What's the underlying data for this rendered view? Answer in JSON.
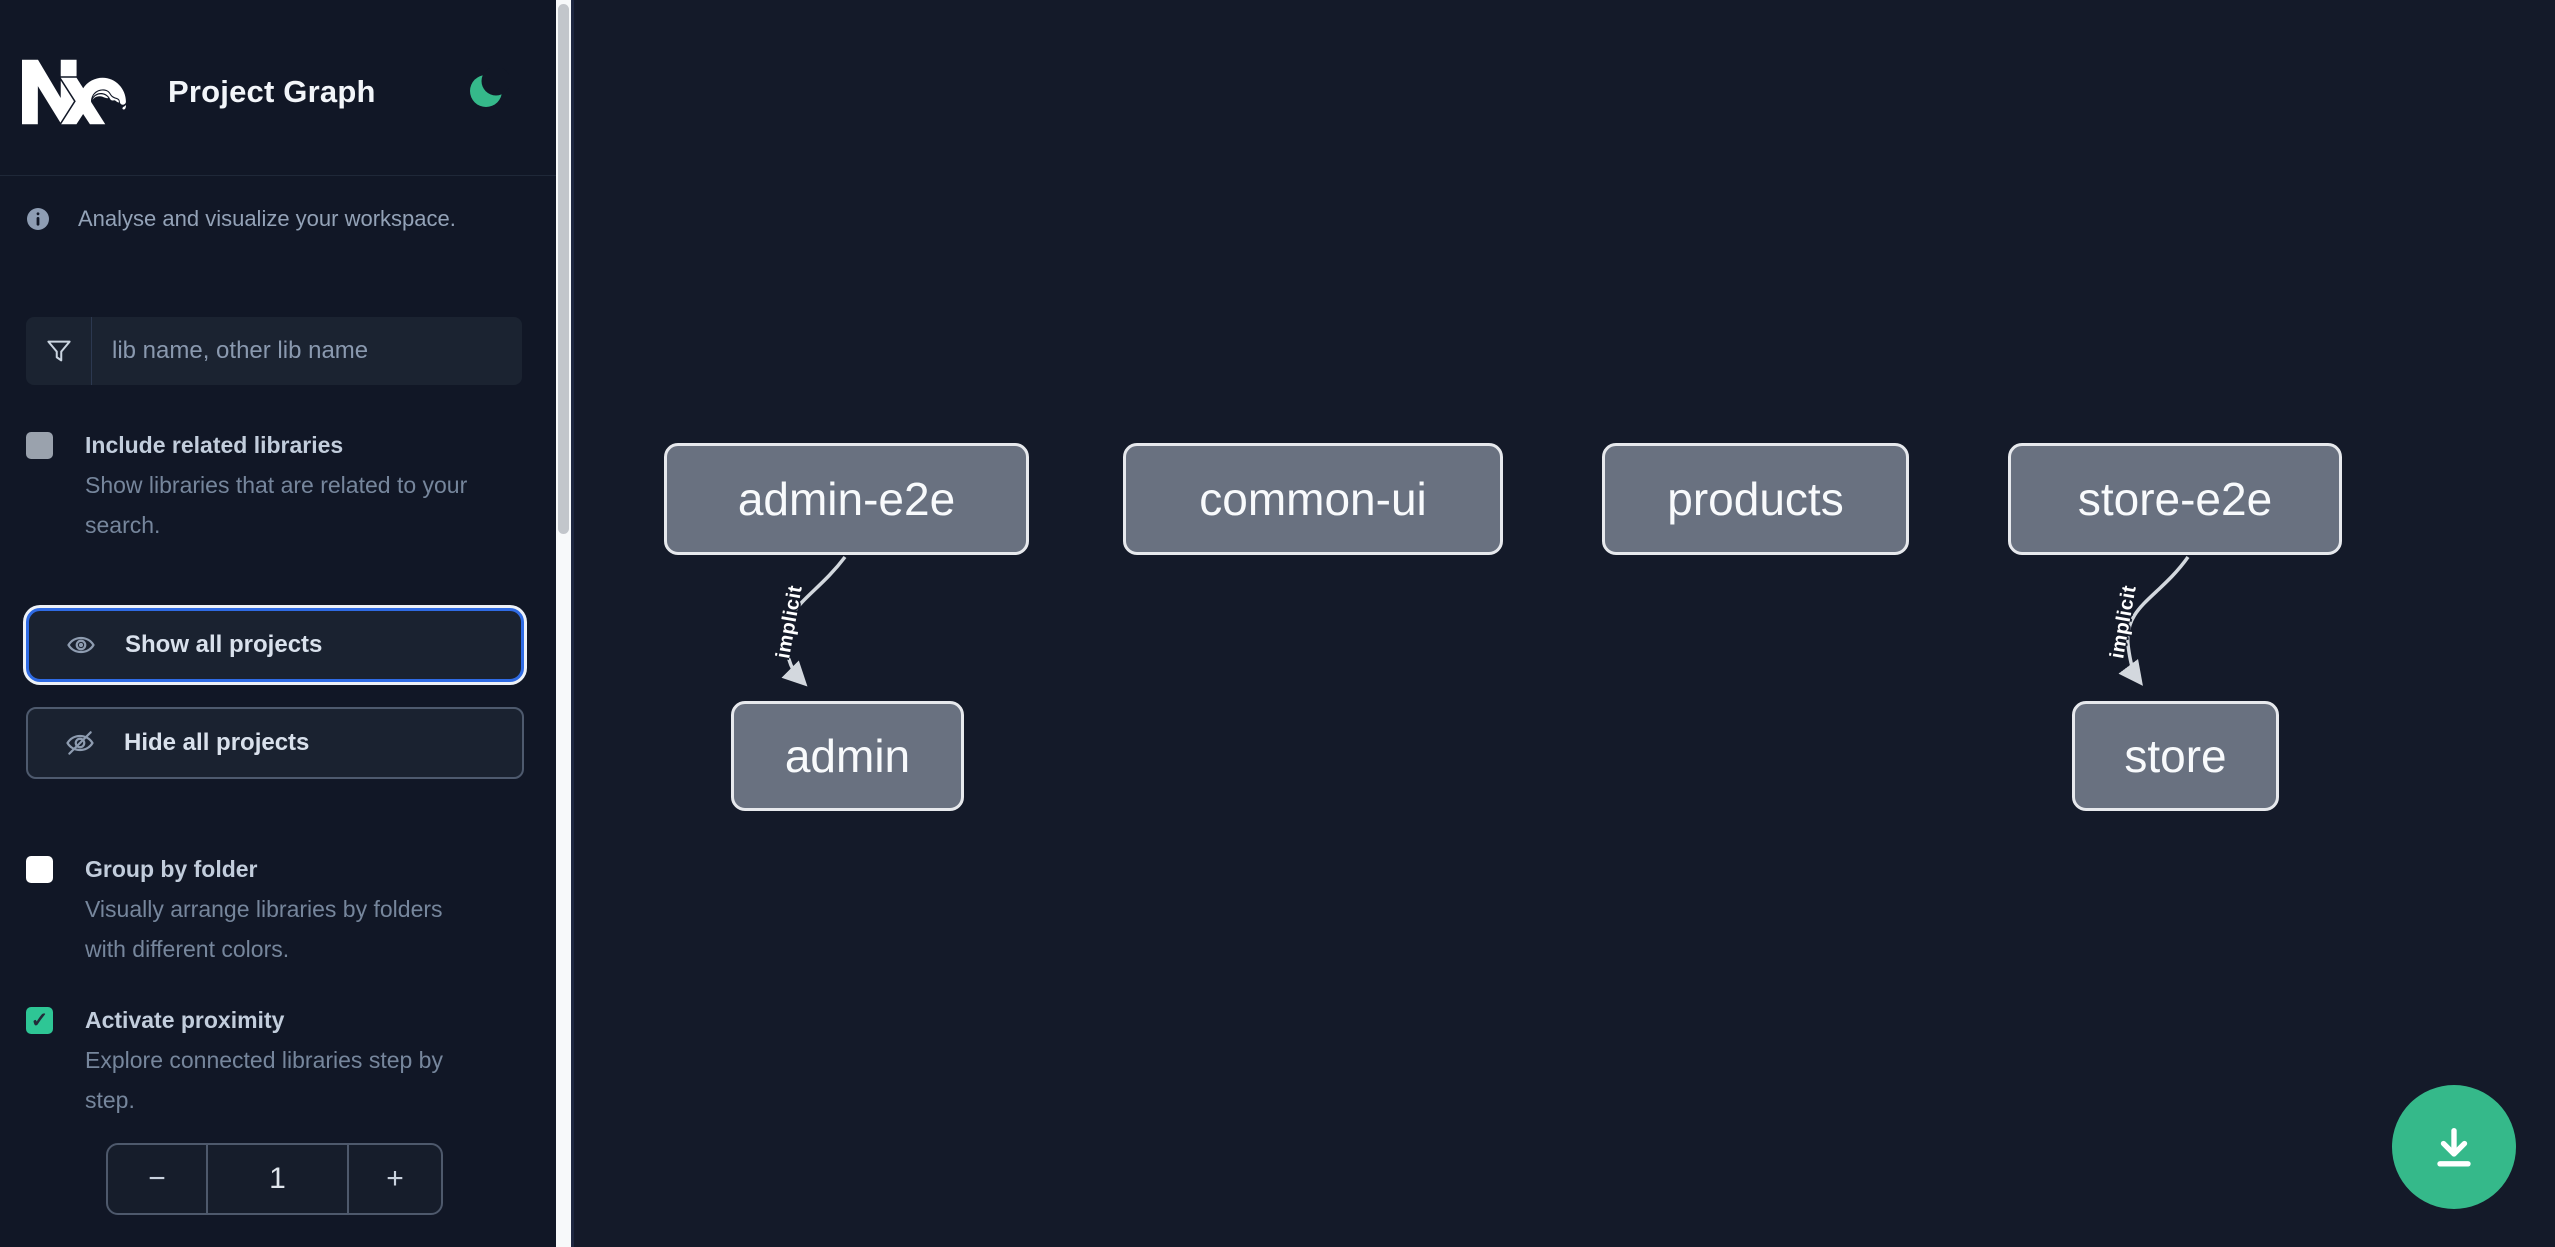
{
  "app": {
    "title": "Project Graph",
    "logo": "nx-logo",
    "theme_toggle_icon": "moon"
  },
  "sidebar": {
    "tagline": "Analyse and visualize your workspace.",
    "search": {
      "placeholder": "lib name, other lib name",
      "value": ""
    },
    "toggles": [
      {
        "label": "Include related libraries",
        "description": "Show libraries that are related to your search.",
        "checked": false,
        "disabled": true
      },
      {
        "label": "Group by folder",
        "description": "Visually arrange libraries by folders with different colors.",
        "checked": false,
        "disabled": false
      },
      {
        "label": "Activate proximity",
        "description": "Explore connected libraries step by step.",
        "checked": true,
        "disabled": false
      }
    ],
    "buttons": {
      "show_all": "Show all projects",
      "hide_all": "Hide all projects"
    },
    "proximity_stepper": {
      "decrement": "−",
      "value": "1",
      "increment": "+"
    },
    "check_glyph": "✓"
  },
  "graph": {
    "nodes": [
      {
        "label": "admin-e2e"
      },
      {
        "label": "common-ui"
      },
      {
        "label": "products"
      },
      {
        "label": "store-e2e"
      },
      {
        "label": "admin"
      },
      {
        "label": "store"
      }
    ],
    "edges": [
      {
        "from": "admin-e2e",
        "to": "admin",
        "label": "implicit",
        "type": "implicit"
      },
      {
        "from": "store-e2e",
        "to": "store",
        "label": "implicit",
        "type": "implicit"
      }
    ]
  },
  "fab": {
    "icon": "download"
  },
  "colors": {
    "accent_green": "#35b98a",
    "checkbox_green": "#2ec695",
    "focus_blue": "#2f6be4",
    "node_fill": "#697180",
    "node_border": "#e7e9ed",
    "sidebar_bg": "#111726",
    "canvas_bg": "#141a29"
  }
}
